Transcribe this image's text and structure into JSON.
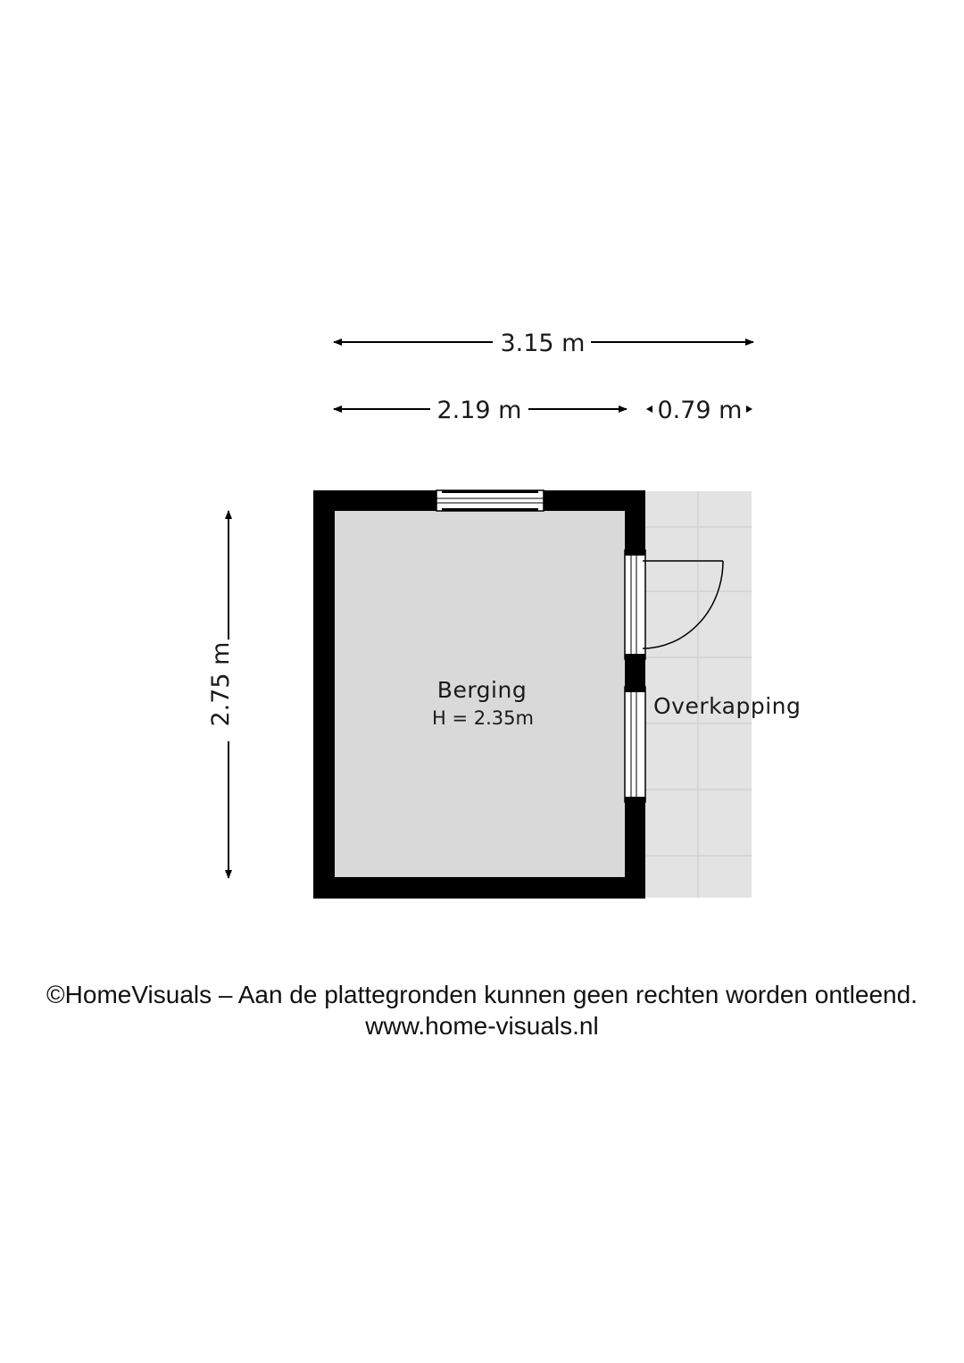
{
  "dimensions": {
    "total_width": "3.15 m",
    "room_width": "2.19 m",
    "overhang_width": "0.79 m",
    "room_depth": "2.75 m"
  },
  "rooms": {
    "storage": {
      "name": "Berging",
      "height": "H = 2.35m"
    },
    "canopy": {
      "name": "Overkapping"
    }
  },
  "footer": {
    "disclaimer": "©HomeVisuals – Aan de plattegronden kunnen geen rechten worden ontleend.",
    "website": "www.home-visuals.nl"
  },
  "colors": {
    "wall": "#000000",
    "room_floor": "#d9d9d9",
    "canopy_floor": "#e3e3e3",
    "tile_line": "#d2d2d2",
    "text": "#1a1a1a"
  }
}
